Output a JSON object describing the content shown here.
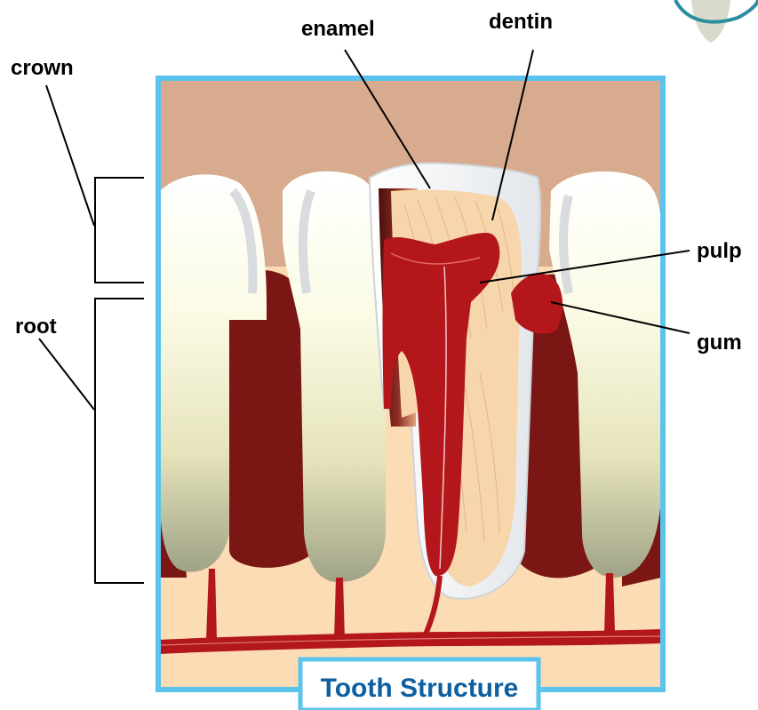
{
  "labels": {
    "crown": "crown",
    "root": "root",
    "enamel": "enamel",
    "dentin": "dentin",
    "pulp": "pulp",
    "gum": "gum"
  },
  "title": "Tooth Structure",
  "colors": {
    "frame": "#5bc3ec",
    "title_text": "#0d5fa0",
    "gum_top": "#d8aa8e",
    "bone": "#fbdcb4",
    "tooth": "#ffffff",
    "root_tip": "#a3a88a",
    "gum_tissue": "#7a1614",
    "pulp": "#b3171c",
    "dentin": "#f7d6ac"
  }
}
